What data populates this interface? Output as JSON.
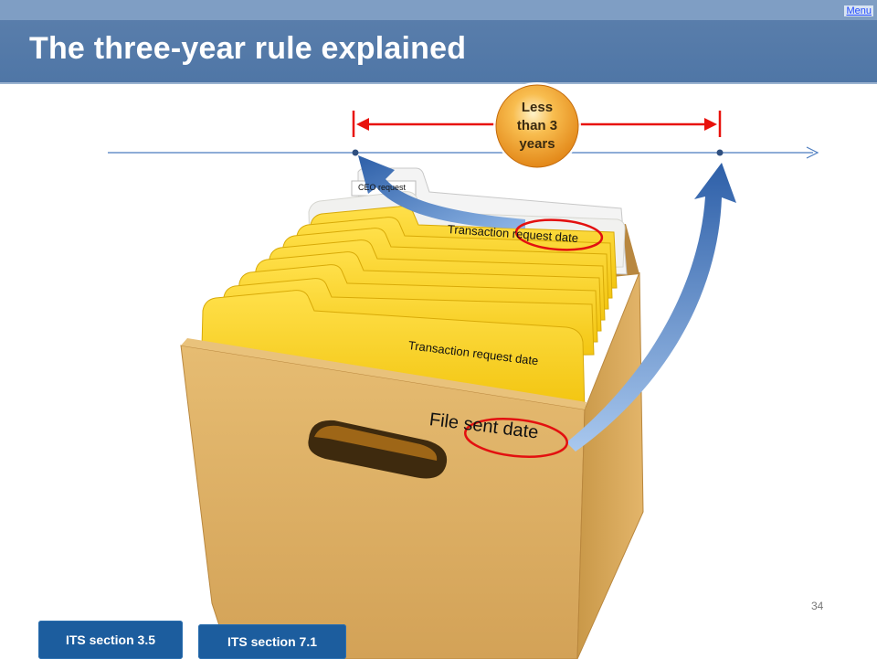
{
  "slide": {
    "title": "The three-year rule explained",
    "menu_label": "Menu",
    "page_number": "34"
  },
  "badge": {
    "lines": [
      "Less",
      "than 3",
      "years"
    ]
  },
  "folder_labels": {
    "back_tab": "CEO request",
    "top_date": "Transaction request date",
    "middle_date": "Transaction request date",
    "file_sent": "File sent date"
  },
  "buttons": {
    "its_a": "ITS section 3.5",
    "its_b": "ITS section 7.1"
  },
  "colors": {
    "header": "#4f76a6",
    "timeline": "#4a7bbf",
    "bracket": "#e8120c",
    "badge": "#f2a02a",
    "folder": "#f7cf18",
    "box": "#d9a95e",
    "button": "#1c5d9e"
  }
}
